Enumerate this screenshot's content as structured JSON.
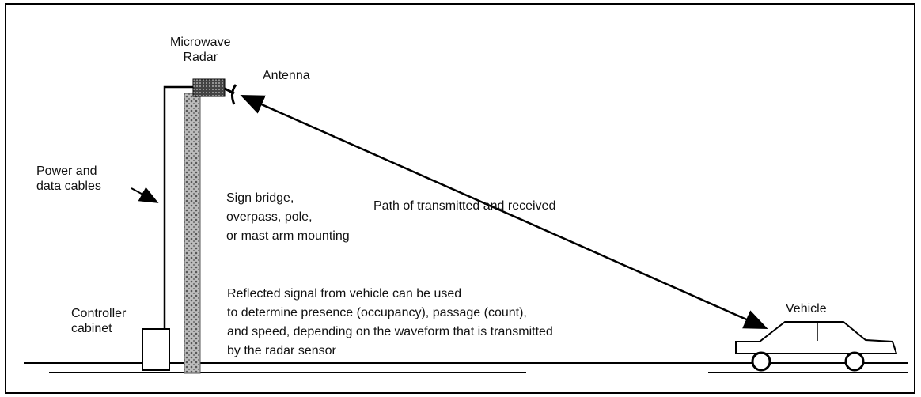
{
  "labels": {
    "radar": [
      "Microwave",
      "Radar"
    ],
    "antenna": "Antenna",
    "cables": [
      "Power and",
      "data cables"
    ],
    "mounting": [
      "Sign bridge,",
      "overpass, pole,",
      "or mast arm mounting"
    ],
    "path": "Path of transmitted and received",
    "reflected": [
      "Reflected signal from vehicle can be used",
      "to determine presence (occupancy), passage (count),",
      "and speed, depending on the waveform that is transmitted",
      "by the radar sensor"
    ],
    "cabinet": [
      "Controller",
      "cabinet"
    ],
    "vehicle": "Vehicle"
  }
}
